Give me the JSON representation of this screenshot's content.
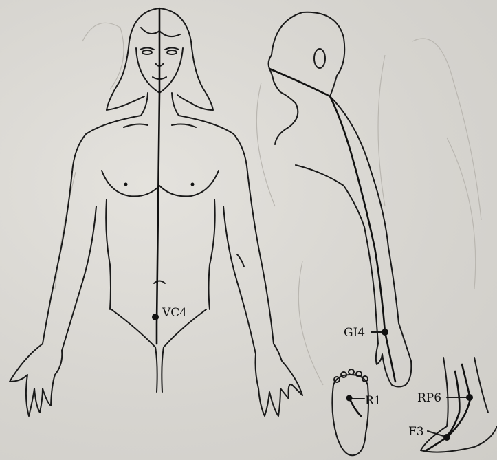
{
  "points": {
    "vc4": "VC4",
    "gi4": "GI4",
    "r1": "R1",
    "rp6": "RP6",
    "f3": "F3"
  }
}
